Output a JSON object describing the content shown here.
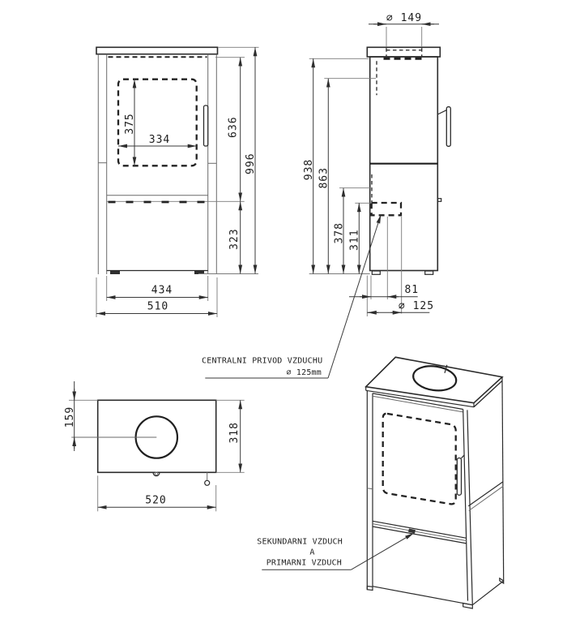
{
  "page": {
    "background": "#ffffff",
    "line_color": "#2b2b2b"
  },
  "front_view": {
    "glass_height": "375",
    "glass_width": "334",
    "door_height": "636",
    "overall_height": "996",
    "base_height": "323",
    "body_width": "434",
    "overall_width": "510"
  },
  "side_view": {
    "flue_diameter": "∅ 149",
    "overall_height": "938",
    "flue_inlet_height": "863",
    "air_inlet_top_height": "378",
    "air_inlet_height": "311",
    "air_inlet_offset": "81",
    "air_inlet_diameter": "∅ 125"
  },
  "top_view": {
    "flue_offset": "159",
    "depth": "318",
    "width": "520"
  },
  "callouts": {
    "central_air_line1": "CENTRALNI PRIVOD VZDUCHU",
    "central_air_line2": "∅ 125mm",
    "secondary_air_line1": "SEKUNDARNI VZDUCH",
    "secondary_air_line2": "A",
    "secondary_air_line3": "PRIMARNI VZDUCH"
  }
}
